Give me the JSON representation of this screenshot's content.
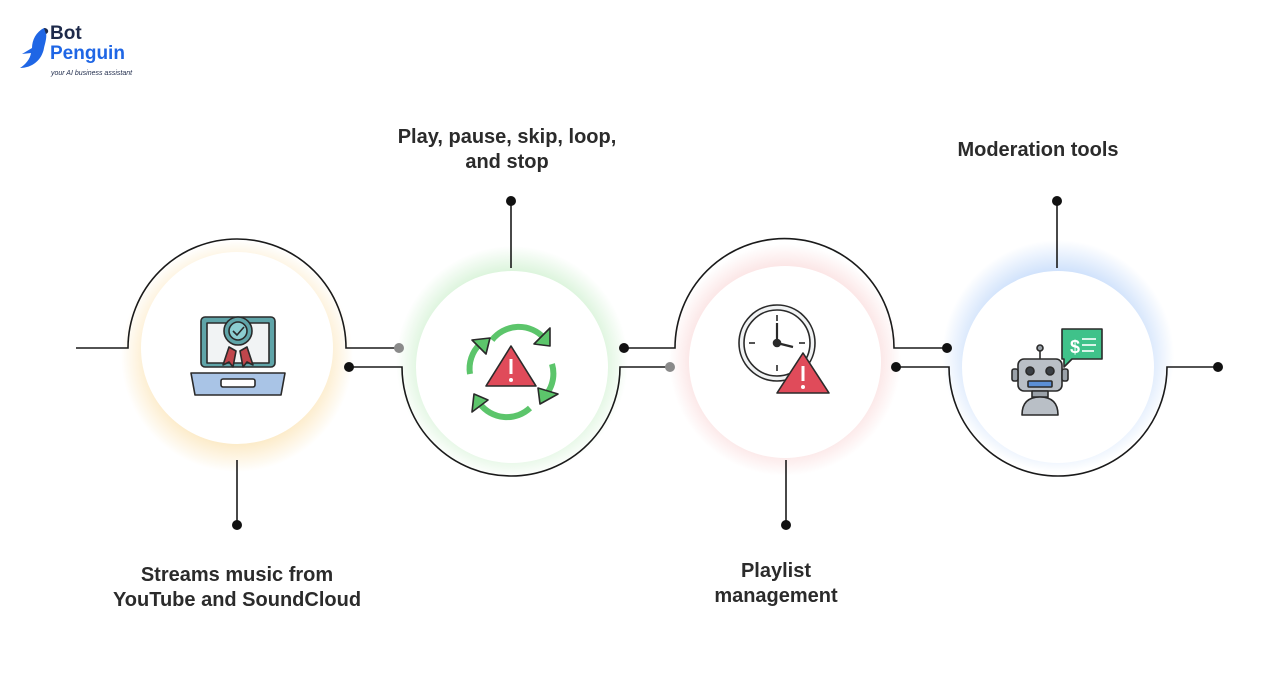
{
  "brand": {
    "name_line1": "Bot",
    "name_line2": "Penguin",
    "tagline": "your AI business assistant"
  },
  "features": [
    {
      "id": "streams",
      "lines": [
        "Streams music from",
        "YouTube and SoundCloud"
      ],
      "glow": "#f7c35c",
      "icon": "laptop-award-icon"
    },
    {
      "id": "controls",
      "lines": [
        "Play, pause, skip, loop,",
        "and stop"
      ],
      "glow": "#7ed87f",
      "icon": "refresh-warning-icon"
    },
    {
      "id": "playlist",
      "lines": [
        "Playlist",
        "management"
      ],
      "glow": "#f08a8a",
      "icon": "clock-warning-icon"
    },
    {
      "id": "moderation",
      "lines": [
        "Moderation tools"
      ],
      "glow": "#7fb0f5",
      "icon": "robot-chat-icon"
    }
  ],
  "colors": {
    "brand_blue": "#1f66e5",
    "line": "#1a1a1a",
    "warning_red": "#e04b5a",
    "arrow_green": "#5cc56b",
    "chat_green": "#3fc28a"
  }
}
